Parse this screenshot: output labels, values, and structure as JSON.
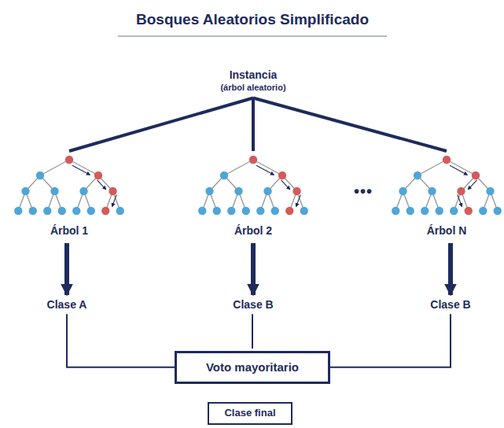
{
  "diagram": {
    "title": "Bosques Aleatorios Simplificado",
    "nodes": [
      {
        "text": [
          "Instancia",
          "(árbol aleatorio)"
        ]
      },
      {
        "text": [
          "Árbol 1"
        ]
      },
      {
        "text": [
          "Árbol 2"
        ]
      },
      {
        "text": [
          "Árbol N"
        ]
      },
      {
        "text": [
          "Clase A"
        ]
      },
      {
        "text": [
          "Clase B"
        ]
      },
      {
        "text": [
          "Clase B"
        ]
      },
      {
        "text": [
          "Voto mayoritario"
        ]
      },
      {
        "text": [
          "Clase final"
        ]
      }
    ],
    "edges": [
      {
        "from": 0,
        "to": 1,
        "arrow": "none"
      },
      {
        "from": 0,
        "to": 2,
        "arrow": "none"
      },
      {
        "from": 0,
        "to": 3,
        "arrow": "none"
      },
      {
        "from": 1,
        "to": 4,
        "arrow": "to"
      },
      {
        "from": 2,
        "to": 5,
        "arrow": "to"
      },
      {
        "from": 3,
        "to": 6,
        "arrow": "to"
      },
      {
        "from": 4,
        "to": 7,
        "arrow": "none"
      },
      {
        "from": 5,
        "to": 7,
        "arrow": "none"
      },
      {
        "from": 6,
        "to": 7,
        "arrow": "none"
      }
    ],
    "labels": [
      "•••"
    ]
  }
}
